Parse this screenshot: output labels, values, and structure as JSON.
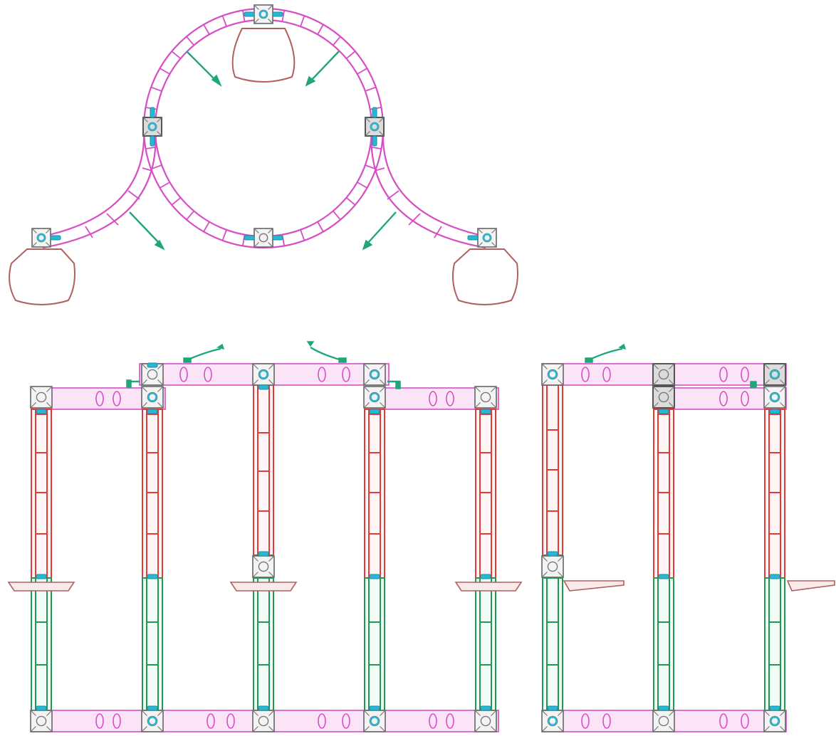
{
  "drawing": {
    "kind": "exhibit truss booth — plan view and two elevations",
    "colors": {
      "truss_top": "#d64fc4",
      "upright_upper": "#e23b3b",
      "upright_lower": "#1e9a52",
      "corner_cap": "#29b8d3",
      "baseplate_shelf": "#b0605e",
      "spotlight": "#1fa77a",
      "corner_block": "#666666"
    },
    "views": [
      {
        "id": "plan",
        "label": ""
      },
      {
        "id": "front-elevation",
        "label": ""
      },
      {
        "id": "side-elevation",
        "label": ""
      }
    ]
  }
}
